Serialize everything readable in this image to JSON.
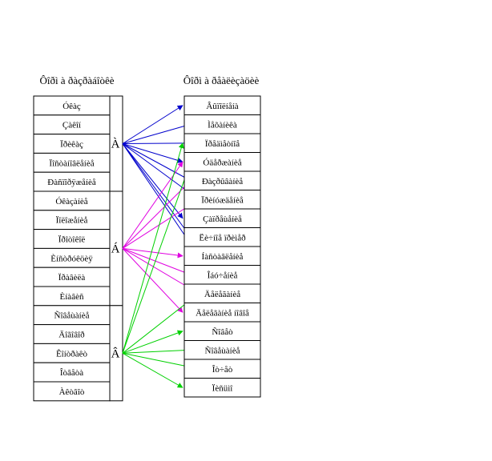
{
  "left_title": "Ôîðì à ðàçðàáîòêè",
  "right_title": "Ôîðì à ðåàëèçàöèè",
  "left_items": [
    "Óêàç",
    "Çàêîí",
    "Ïðèêàç",
    "Ïîñòàíîâëåíèå",
    "Ðàñïîðÿæåíèå",
    "Óêàçàíèå",
    "Ïîëîæåíèå",
    "Ïðîòîêîë",
    "Èíñòðóêöèÿ",
    "Ïðàâèëà",
    "Èíàâèñ",
    "Ñîâåùàíèå",
    "Äîãîâîð",
    "Êîíòðàêò",
    "Îòâåòà",
    "Àêòâîò"
  ],
  "groups": [
    {
      "label": "À",
      "color": "#0000cc"
    },
    {
      "label": "Á",
      "color": "#e000e0"
    },
    {
      "label": "Â",
      "color": "#00d000"
    }
  ],
  "right_items": [
    "Âûïîëíåíà",
    "Ìåõàíèêà",
    "Ïðåäìåòíîå",
    "Óäåðæàíèå",
    "Ðàçðûâàíèå",
    "Ïðèíóæäåíèå",
    "Çàïðåùåíèå",
    "Ëè÷íîå ïðèìåð",
    "Íàñòàâëåíèå",
    "Îáó÷åíèå",
    "Äåëåãàíèå",
    "Äåëåãàíèå íîâîå",
    "Ñîâåò",
    "Ñîâåùàíèå",
    "Îò÷åò",
    "Ïèñüìî"
  ],
  "connections": [
    {
      "group": 0,
      "targets": [
        0,
        1,
        2,
        3,
        4,
        5,
        6,
        7,
        8
      ]
    },
    {
      "group": 1,
      "targets": [
        3,
        4,
        5,
        8,
        9,
        10,
        11
      ]
    },
    {
      "group": 2,
      "targets": [
        2,
        3,
        10,
        12,
        13,
        14,
        15
      ]
    }
  ]
}
